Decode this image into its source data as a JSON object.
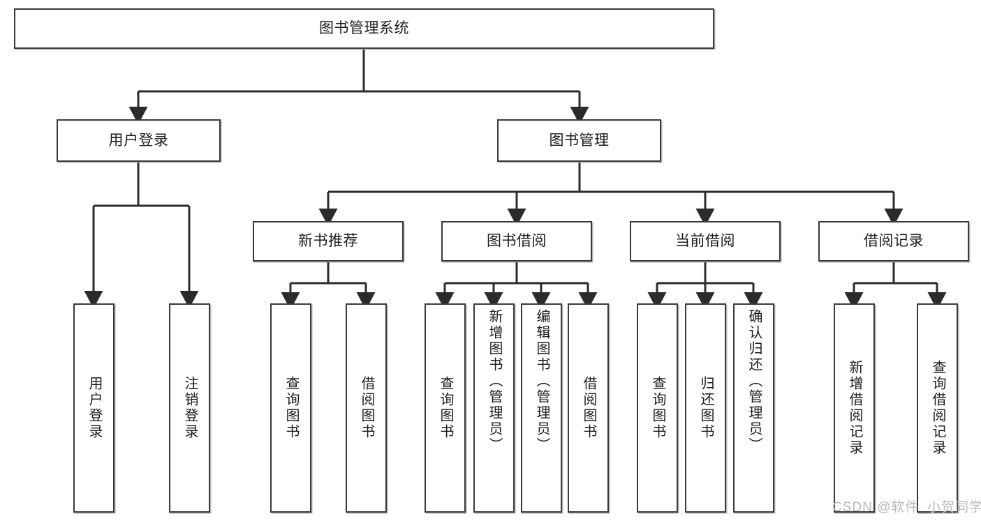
{
  "diagram": {
    "title": "图书管理系统",
    "type": "tree",
    "watermark": "CSDN @软件_小贺同学",
    "colors": {
      "box_border": "#3a3a3a",
      "box_fill": "#ffffff",
      "connector": "#2b2b2b",
      "text": "#1b1b1b",
      "watermark": "#b9b9b9"
    },
    "nodes": {
      "root": {
        "label": "图书管理系统",
        "level": 0
      },
      "user_login": {
        "label": "用户登录",
        "level": 1
      },
      "book_manage": {
        "label": "图书管理",
        "level": 1
      },
      "new_book_rec": {
        "label": "新书推荐",
        "level": 2
      },
      "book_borrow": {
        "label": "图书借阅",
        "level": 2
      },
      "current_borrow": {
        "label": "当前借阅",
        "level": 2
      },
      "borrow_record": {
        "label": "借阅记录",
        "level": 2
      }
    },
    "leaves": {
      "user_login": [
        {
          "label": "用户登录"
        },
        {
          "label": "注销登录"
        }
      ],
      "new_book_rec": [
        {
          "label": "查询图书"
        },
        {
          "label": "借阅图书"
        }
      ],
      "book_borrow": [
        {
          "label": "查询图书"
        },
        {
          "label": "新增图书（管理员）"
        },
        {
          "label": "编辑图书（管理员）"
        },
        {
          "label": "借阅图书"
        }
      ],
      "current_borrow": [
        {
          "label": "查询图书"
        },
        {
          "label": "归还图书"
        },
        {
          "label": "确认归还（管理员）"
        }
      ],
      "borrow_record": [
        {
          "label": "新增借阅记录"
        },
        {
          "label": "查询借阅记录"
        }
      ]
    }
  }
}
